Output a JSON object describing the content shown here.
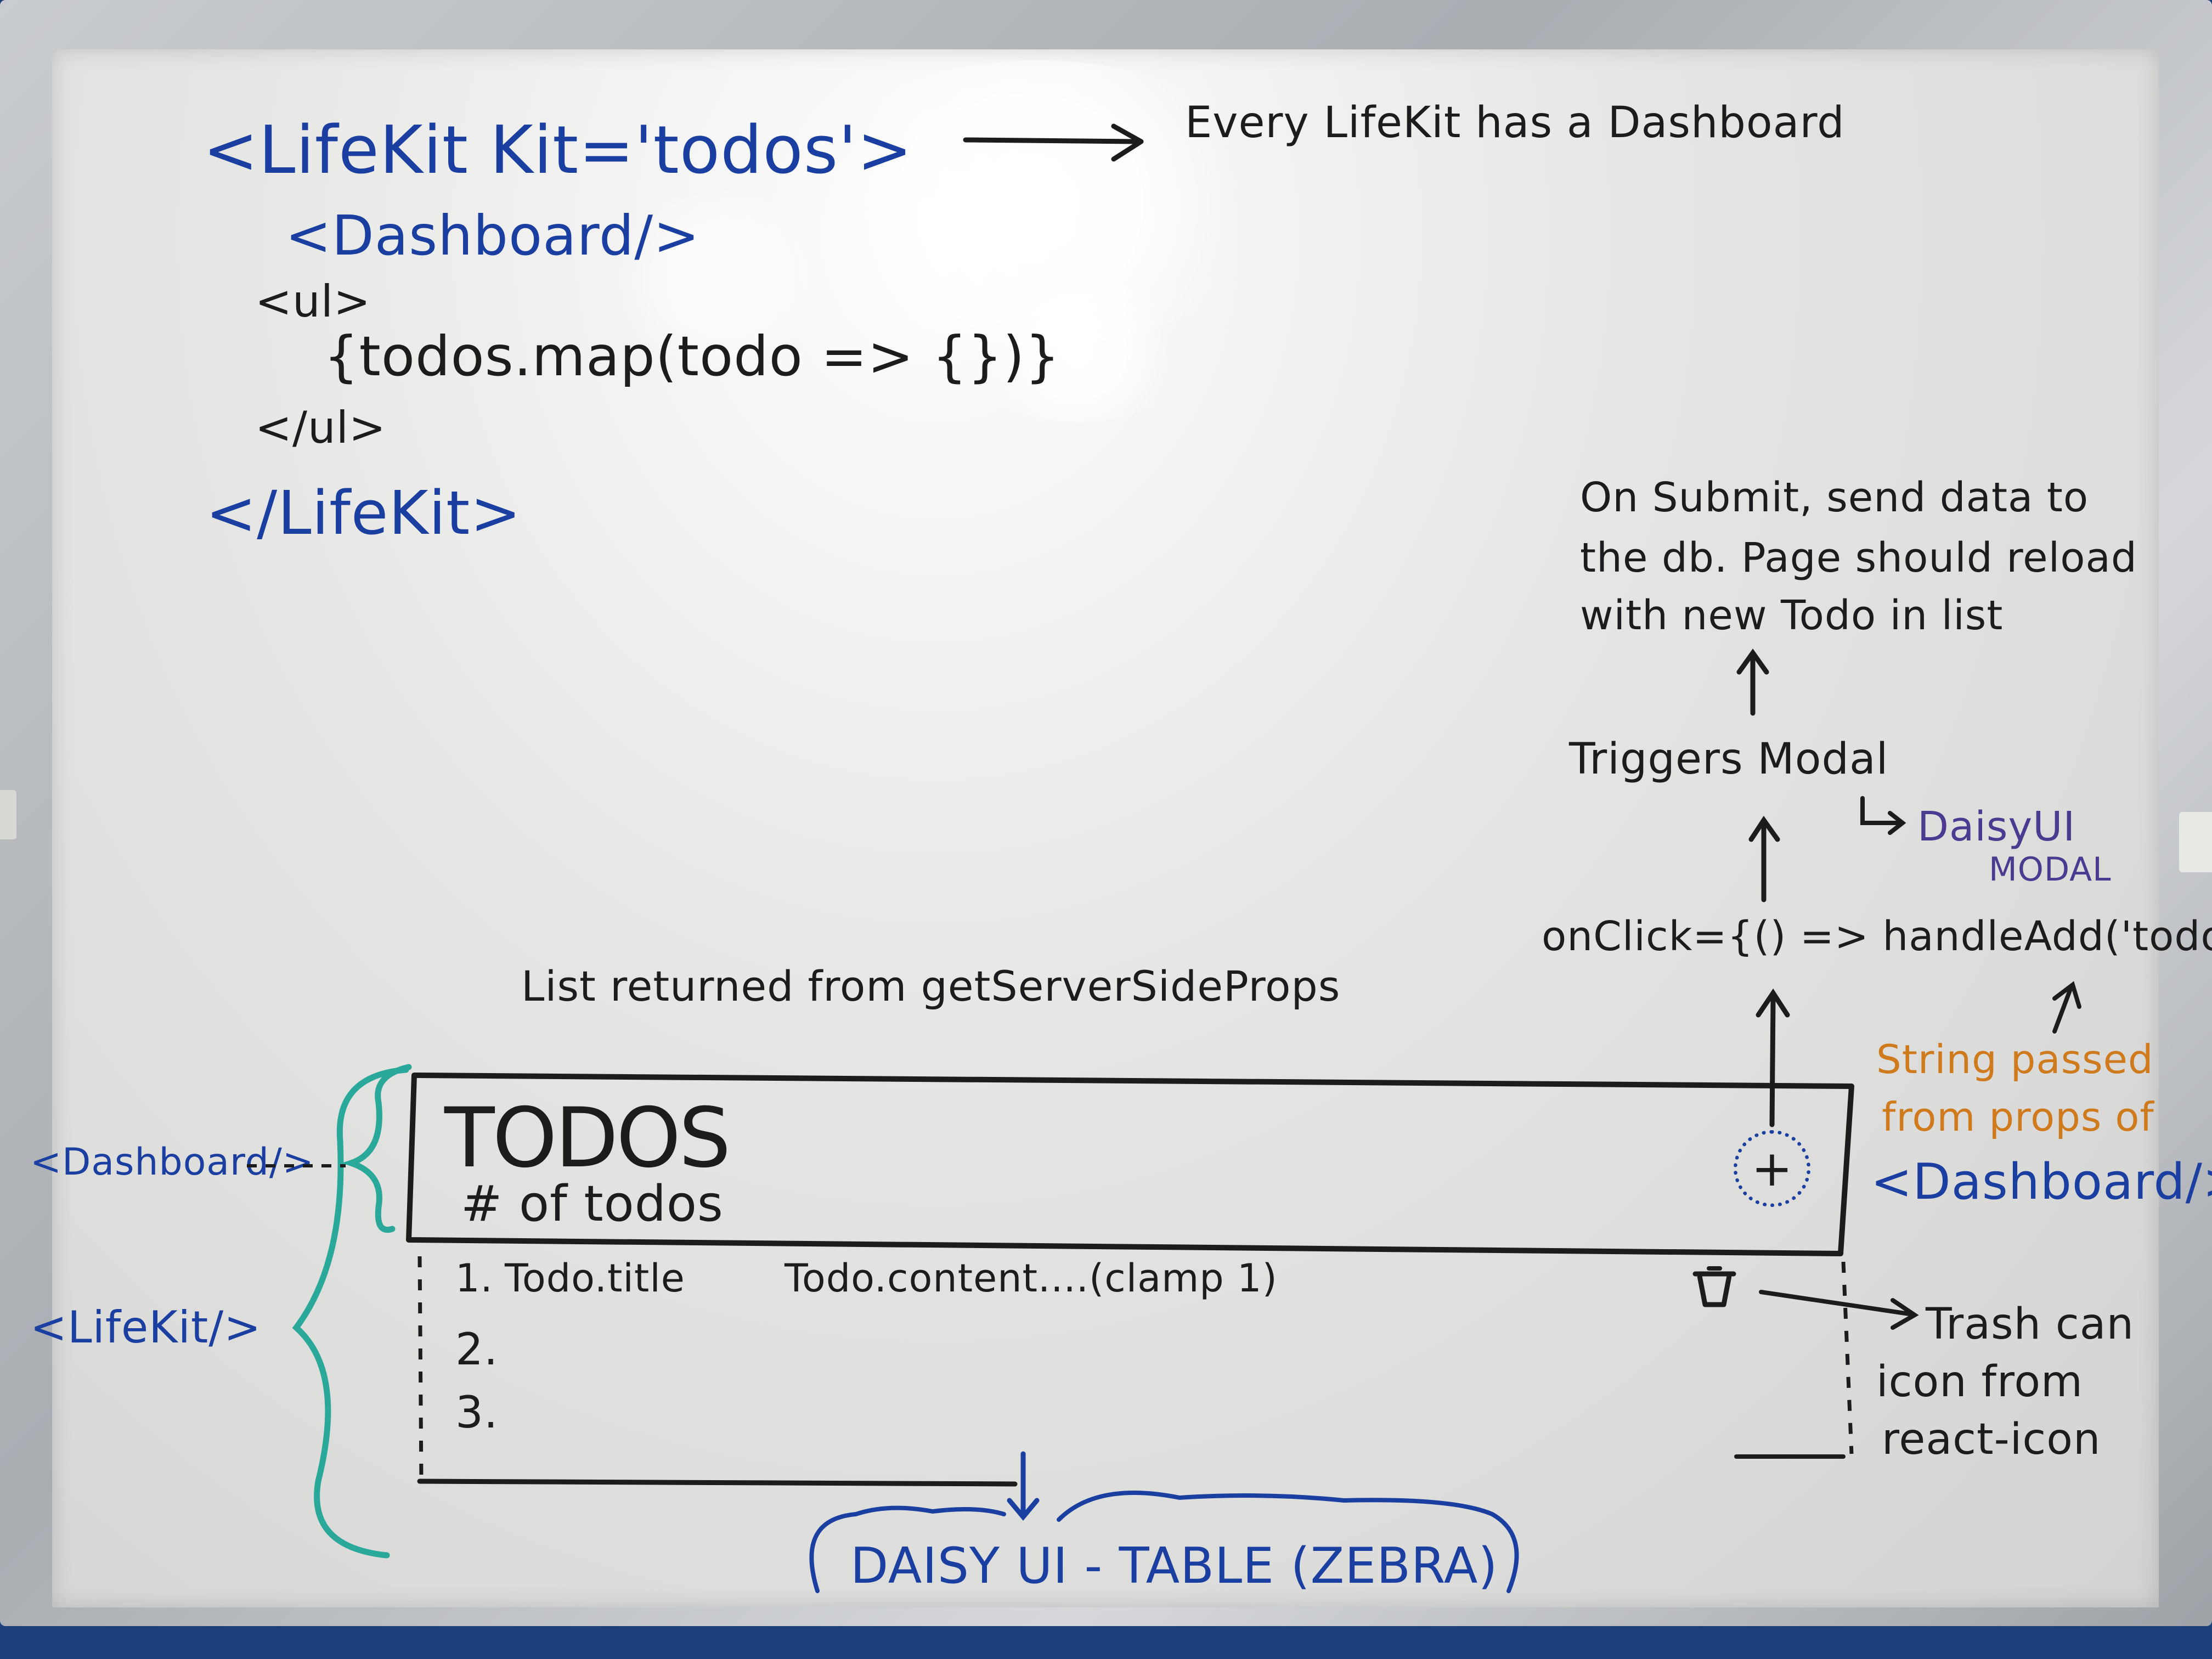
{
  "code": {
    "line1": "<LifeKit Kit='todos'>",
    "line2": "<Dashboard/>",
    "line3": "<ul>",
    "line4": "{todos.map(todo => {})}",
    "line5": "</ul>",
    "line6": "</LifeKit>"
  },
  "notes": {
    "every_lifekit": "Every LifeKit has a Dashboard",
    "on_submit_1": "On Submit, send data to",
    "on_submit_2": "the db. Page should reload",
    "on_submit_3": "with new Todo in list",
    "triggers_modal": "Triggers Modal",
    "daisy_modal_1": "DaisyUI",
    "daisy_modal_2": "MODAL",
    "onclick": "onClick={() => handleAdd('todos')}",
    "list_returned": "List returned from getServerSideProps",
    "string_passed_1": "String passed",
    "string_passed_2": "from props of",
    "dashboard_tag": "<Dashboard/>",
    "dashboard_left": "<Dashboard/>",
    "lifekit_left": "<LifeKit/>",
    "trash_1": "Trash can",
    "trash_2": "icon from",
    "trash_3": "react-icon",
    "daisy_table": "DAISY UI - TABLE (ZEBRA)"
  },
  "sketch": {
    "title": "TODOS",
    "subtitle": "# of todos",
    "plus": "+",
    "row1_num": "1.",
    "row1_title": "Todo.title",
    "row1_content": "Todo.content....(clamp 1)",
    "row2_num": "2.",
    "row3_num": "3."
  },
  "colors": {
    "black_marker": "#1c1c1c",
    "blue_marker": "#1a3fa0",
    "teal_marker": "#2aa89a",
    "purple_marker": "#4a3a90",
    "orange_marker": "#d07a1e"
  }
}
